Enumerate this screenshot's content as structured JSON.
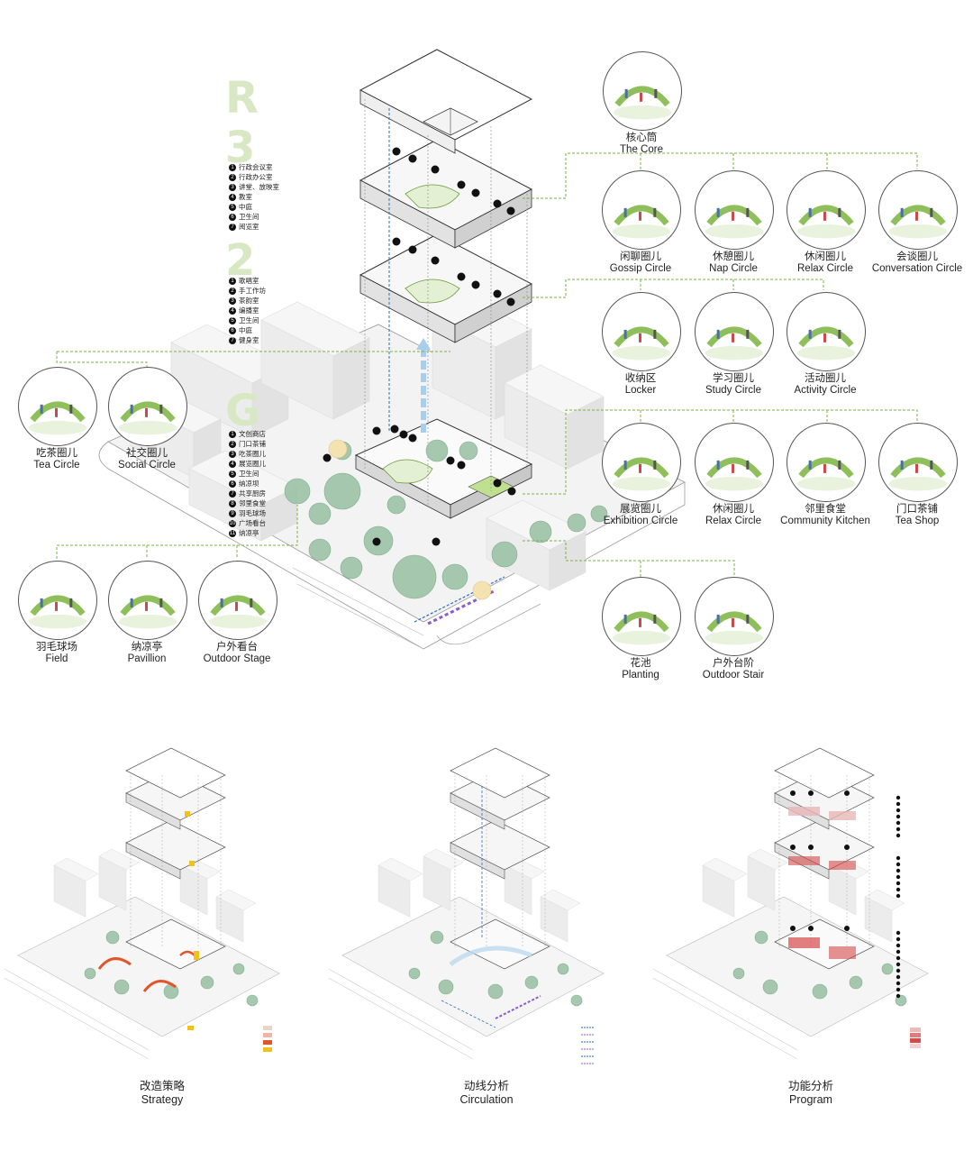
{
  "floors": {
    "r3": {
      "letter": "R",
      "number": "3",
      "items": [
        "行政会议室",
        "行政办公室",
        "讲堂、放映室",
        "教室",
        "中庭",
        "卫生间",
        "阅览室"
      ]
    },
    "f2": {
      "number": "2",
      "items": [
        "歌唱室",
        "手工作坊",
        "茶韵室",
        "编播室",
        "卫生间",
        "中庭",
        "健身室"
      ]
    },
    "g": {
      "letter": "G",
      "items": [
        "文创商店",
        "门口茶铺",
        "吃茶圈儿",
        "展览圈儿",
        "卫生间",
        "纳凉坝",
        "共享厨房",
        "邻里食堂",
        "羽毛球场",
        "广场看台",
        "纳凉亭"
      ]
    }
  },
  "core_badge": "3",
  "vignettes": [
    {
      "id": "core",
      "cn": "核心筒",
      "en": "The Core",
      "icon": "core-icon"
    },
    {
      "id": "gossip",
      "cn": "闲聊圈儿",
      "en": "Gossip Circle",
      "icon": "gossip-circle-icon"
    },
    {
      "id": "nap",
      "cn": "休憩圈儿",
      "en": "Nap Circle",
      "icon": "nap-circle-icon"
    },
    {
      "id": "relax-top",
      "cn": "休闲圈儿",
      "en": "Relax Circle",
      "icon": "relax-circle-icon"
    },
    {
      "id": "conversation",
      "cn": "会谈圈儿",
      "en": "Conversation Circle",
      "icon": "conversation-circle-icon"
    },
    {
      "id": "locker",
      "cn": "收纳区",
      "en": "Locker",
      "icon": "locker-icon"
    },
    {
      "id": "study",
      "cn": "学习圈儿",
      "en": "Study Circle",
      "icon": "study-circle-icon"
    },
    {
      "id": "activity",
      "cn": "活动圈儿",
      "en": "Activity Circle",
      "icon": "activity-circle-icon"
    },
    {
      "id": "tea",
      "cn": "吃茶圈儿",
      "en": "Tea Circle",
      "icon": "tea-circle-icon"
    },
    {
      "id": "social",
      "cn": "社交圈儿",
      "en": "Social Circle",
      "icon": "social-circle-icon"
    },
    {
      "id": "exhibition",
      "cn": "展览圈儿",
      "en": "Exhibition Circle",
      "icon": "exhibition-circle-icon"
    },
    {
      "id": "relax-mid",
      "cn": "休闲圈儿",
      "en": "Relax Circle",
      "icon": "relax-circle-icon"
    },
    {
      "id": "kitchen",
      "cn": "邻里食堂",
      "en": "Community Kitchen",
      "icon": "kitchen-icon"
    },
    {
      "id": "teashop",
      "cn": "门口茶铺",
      "en": "Tea Shop",
      "icon": "tea-shop-icon"
    },
    {
      "id": "field",
      "cn": "羽毛球场",
      "en": "Field",
      "icon": "field-icon"
    },
    {
      "id": "pavilion",
      "cn": "纳凉亭",
      "en": "Pavillion",
      "icon": "pavilion-icon"
    },
    {
      "id": "stage",
      "cn": "户外看台",
      "en": "Outdoor Stage",
      "icon": "stage-icon"
    },
    {
      "id": "planting",
      "cn": "花池",
      "en": "Planting",
      "icon": "planting-icon"
    },
    {
      "id": "stair",
      "cn": "户外台阶",
      "en": "Outdoor Stair",
      "icon": "stair-icon"
    }
  ],
  "small_diagrams": [
    {
      "cn": "改造策略",
      "en": "Strategy"
    },
    {
      "cn": "动线分析",
      "en": "Circulation"
    },
    {
      "cn": "功能分析",
      "en": "Program"
    }
  ],
  "colors": {
    "green_dash": "#79b342",
    "pale_green": "#d9e8c4",
    "tree": "#9cc3a6",
    "circulation_blue": "#2a6fc2",
    "circulation_purple": "#8a5bd1",
    "strategy_red": "#e2542b",
    "strategy_yellow": "#f0c21a",
    "program_red": "#d64a4a"
  }
}
